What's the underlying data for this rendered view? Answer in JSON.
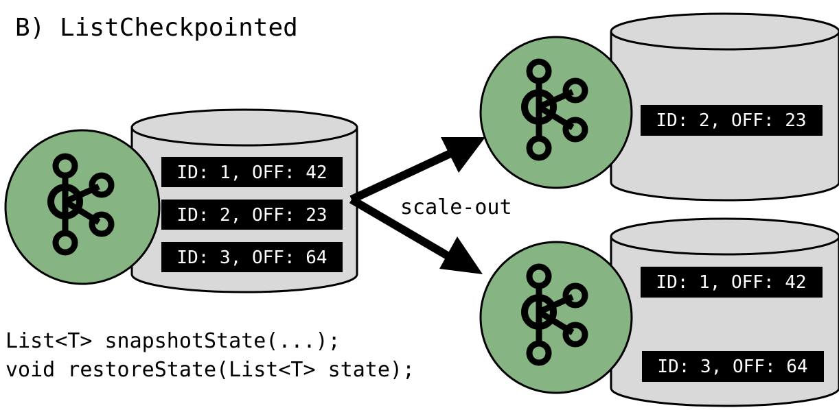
{
  "title": "B) ListCheckpointed",
  "arrow_label": "scale-out",
  "code_lines": [
    "List<T> snapshotState(...);",
    "void restoreState(List<T> state);"
  ],
  "source_state": {
    "entries": [
      "ID: 1, OFF: 42",
      "ID: 2, OFF: 23",
      "ID: 3, OFF: 64"
    ]
  },
  "target_top_state": {
    "entries": [
      "ID: 2, OFF: 23"
    ]
  },
  "target_bottom_state": {
    "entries": [
      "ID: 1, OFF: 42",
      "ID: 3, OFF: 64"
    ]
  },
  "colors": {
    "node_fill": "#86b482",
    "cylinder_fill": "#d9d9d9",
    "badge_fill": "#000000",
    "badge_text": "#ffffff",
    "stroke": "#000000"
  },
  "icons": {
    "operator": "kafka-graph-icon",
    "storage": "database-cylinder-icon",
    "arrow": "arrow-right-icon"
  }
}
